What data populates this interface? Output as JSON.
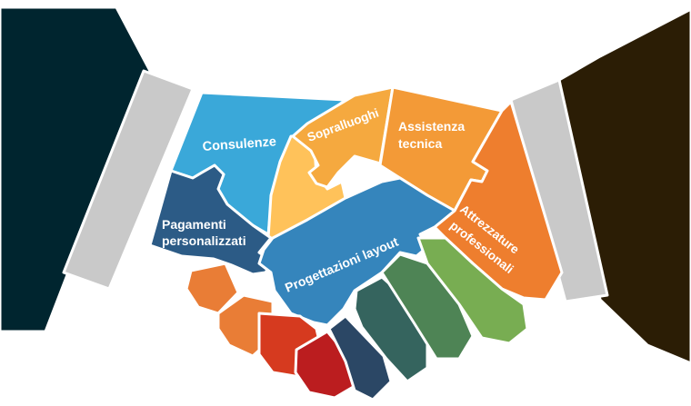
{
  "colors": {
    "sleeve_left": "#00252f",
    "sleeve_right": "#2b1d05",
    "cuff": "#c9c9c9",
    "consulenze": "#3aa8d9",
    "sopralluoghi": "#f5a93f",
    "assistenza": "#f39a37",
    "attrezzature": "#ee7e2e",
    "pagamenti": "#2c5b86",
    "progettazioni": "#3585bc",
    "thumb": "#ffc25a",
    "finger_orange": "#e97d36",
    "finger_red": "#d63a1f",
    "finger_darkred": "#bb1d1f",
    "finger_navy": "#2b4765",
    "finger_teal": "#35645e",
    "finger_green": "#4e8455",
    "finger_lightgreen": "#78ad52"
  },
  "pieces": {
    "consulenze": "Consulenze",
    "sopralluoghi": "Sopralluoghi",
    "assistenza_line1": "Assistenza",
    "assistenza_line2": "tecnica",
    "pagamenti_line1": "Pagamenti",
    "pagamenti_line2": "personalizzati",
    "progettazioni": "Progettazioni layout",
    "attrezzature_line1": "Attrezzature",
    "attrezzature_line2": "professionali"
  }
}
